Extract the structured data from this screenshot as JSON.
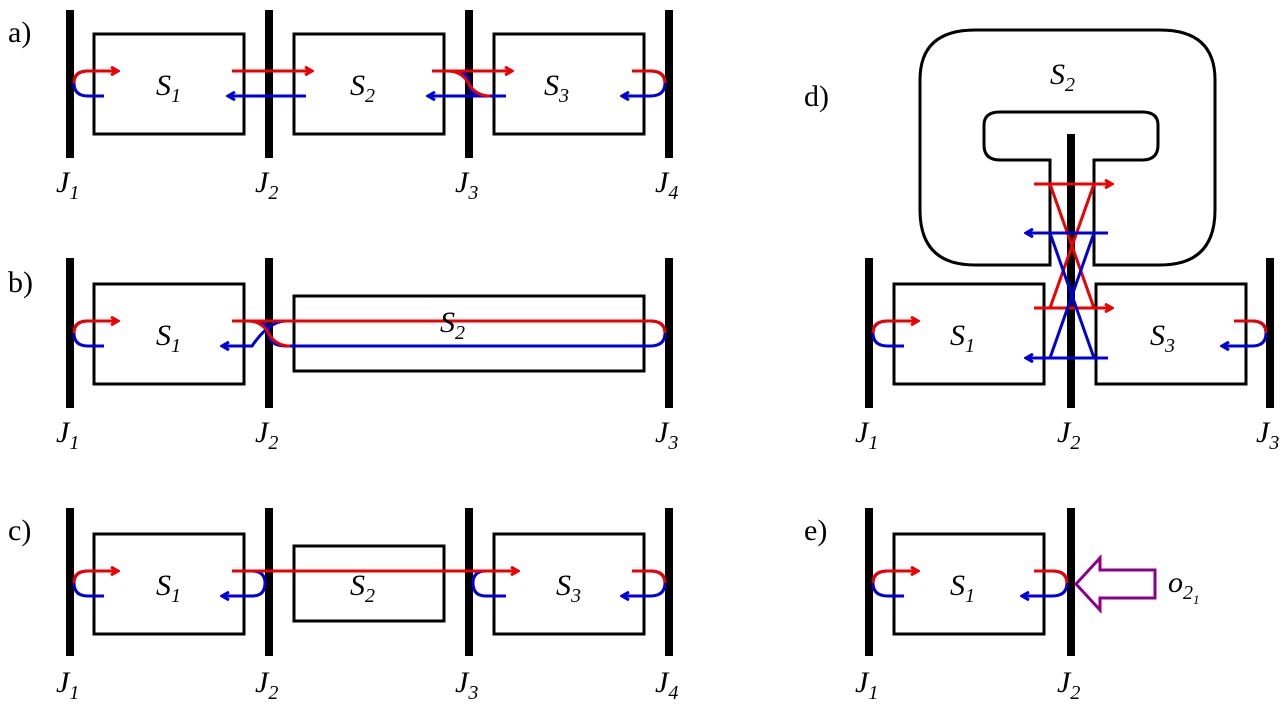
{
  "colors": {
    "red": "#ee0000",
    "blue": "#0000dd",
    "purple": "#8b008b",
    "black": "#000000"
  },
  "panels": {
    "a": {
      "label": "a)",
      "junctions": [
        {
          "main": "J",
          "sub": "1"
        },
        {
          "main": "J",
          "sub": "2"
        },
        {
          "main": "J",
          "sub": "3"
        },
        {
          "main": "J",
          "sub": "4"
        }
      ],
      "systems": [
        {
          "main": "S",
          "sub": "1"
        },
        {
          "main": "S",
          "sub": "2"
        },
        {
          "main": "S",
          "sub": "3"
        }
      ]
    },
    "b": {
      "label": "b)",
      "junctions": [
        {
          "main": "J",
          "sub": "1"
        },
        {
          "main": "J",
          "sub": "2"
        },
        {
          "main": "J",
          "sub": "3"
        }
      ],
      "systems": [
        {
          "main": "S",
          "sub": "1"
        },
        {
          "main": "S",
          "sub": "2"
        }
      ]
    },
    "c": {
      "label": "c)",
      "junctions": [
        {
          "main": "J",
          "sub": "1"
        },
        {
          "main": "J",
          "sub": "2"
        },
        {
          "main": "J",
          "sub": "3"
        },
        {
          "main": "J",
          "sub": "4"
        }
      ],
      "systems": [
        {
          "main": "S",
          "sub": "1"
        },
        {
          "main": "S",
          "sub": "2"
        },
        {
          "main": "S",
          "sub": "3"
        }
      ]
    },
    "d": {
      "label": "d)",
      "junctions": [
        {
          "main": "J",
          "sub": "1"
        },
        {
          "main": "J",
          "sub": "2"
        },
        {
          "main": "J",
          "sub": "3"
        }
      ],
      "systems": [
        {
          "main": "S",
          "sub": "2"
        },
        {
          "main": "S",
          "sub": "1"
        },
        {
          "main": "S",
          "sub": "3"
        }
      ]
    },
    "e": {
      "label": "e)",
      "junctions": [
        {
          "main": "J",
          "sub": "1"
        },
        {
          "main": "J",
          "sub": "2"
        }
      ],
      "systems": [
        {
          "main": "S",
          "sub": "1"
        }
      ],
      "operator": {
        "main": "o",
        "sub": "2",
        "subsub": "1"
      }
    }
  }
}
